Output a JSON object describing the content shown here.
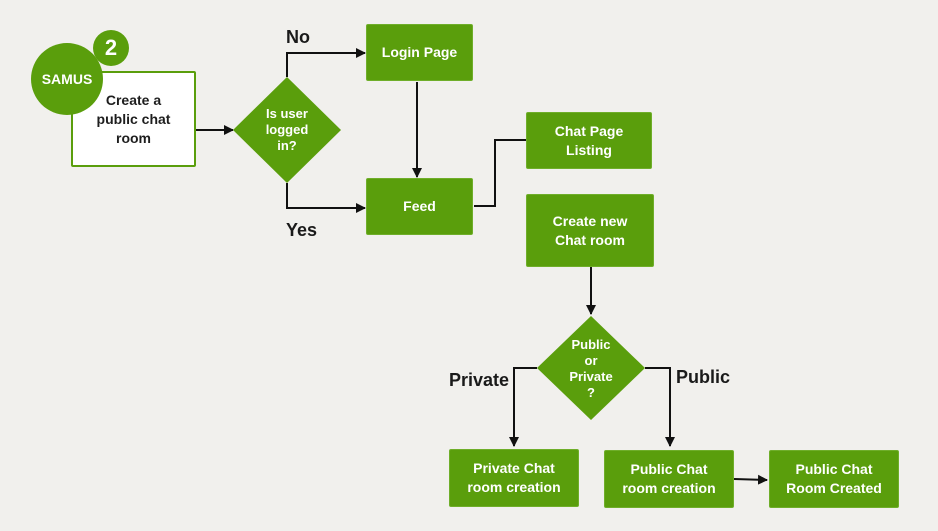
{
  "colors": {
    "background": "#f1f0ed",
    "node": "#5a9e0c",
    "line": "#111111"
  },
  "badge": {
    "name": "SAMUS",
    "number": "2"
  },
  "nodes": {
    "start": "Create a\npublic chat\nroom",
    "is_logged_in": "Is user\nlogged\nin?",
    "login_page": "Login Page",
    "feed": "Feed",
    "chat_listing": "Chat Page\nListing",
    "create_new": "Create new\nChat room",
    "public_or_private": "Public\nor\nPrivate\n?",
    "private_creation": "Private Chat\nroom creation",
    "public_creation": "Public Chat\nroom creation",
    "public_created": "Public Chat\nRoom Created"
  },
  "edges": {
    "no": "No",
    "yes": "Yes",
    "private": "Private",
    "public": "Public"
  }
}
